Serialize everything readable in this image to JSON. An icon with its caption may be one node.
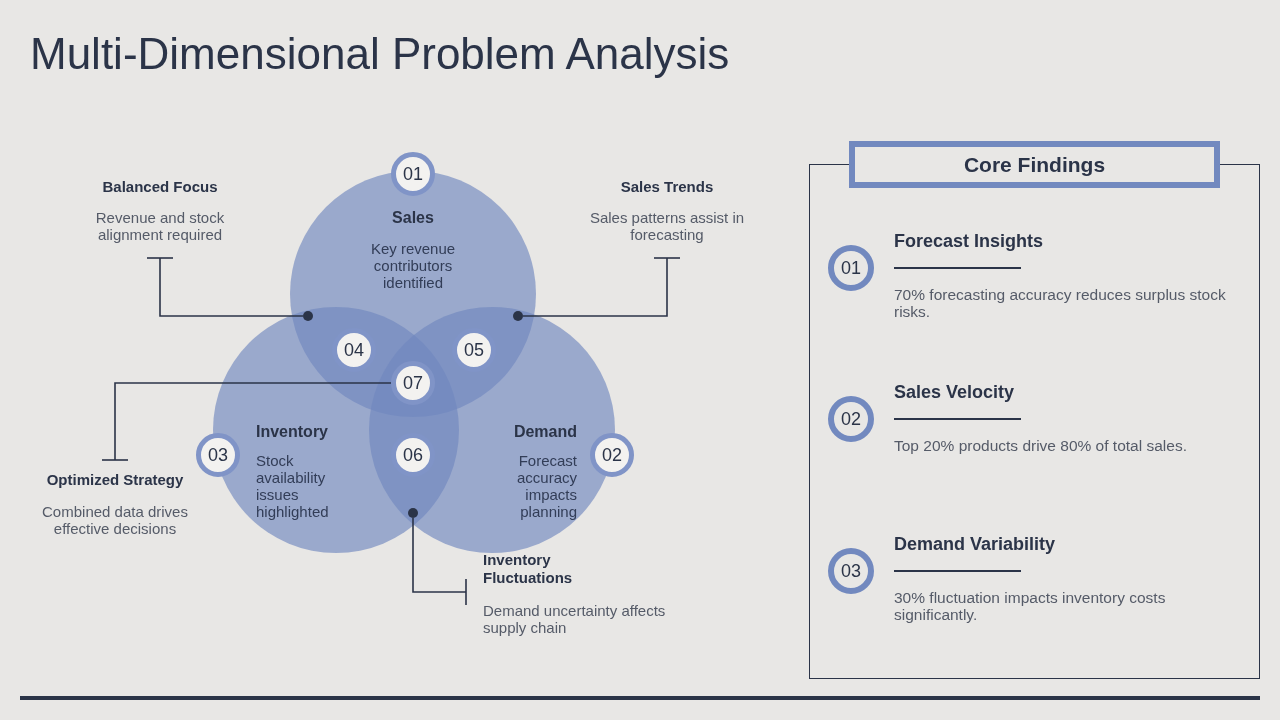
{
  "diagram": {
    "title": "Multi-Dimensional Problem Analysis",
    "nodes": [
      {
        "text": [
          "Balanced Focus",
          "Revenue and stock alignment required"
        ]
      },
      {
        "text": [
          "01"
        ]
      },
      {
        "text": [
          "Sales",
          "Key revenue contributors identified"
        ]
      },
      {
        "text": [
          "Sales Trends",
          "Sales patterns assist in forecasting"
        ]
      },
      {
        "text": [],
        "shape": "circle"
      },
      {
        "text": [],
        "shape": "circle"
      },
      {
        "text": [
          "04"
        ]
      },
      {
        "text": [
          "05"
        ]
      },
      {
        "text": [
          "07"
        ]
      },
      {
        "text": [
          "Inventory",
          "Stock availability issues highlighted"
        ]
      },
      {
        "text": [
          "03"
        ]
      },
      {
        "text": [
          "06"
        ]
      },
      {
        "text": [
          "Demand",
          "Forecast accuracy impacts planning"
        ]
      },
      {
        "text": [
          "02"
        ]
      },
      {
        "text": [],
        "shape": "circle"
      },
      {
        "text": [
          "Optimized Strategy",
          "Combined data drives effective decisions"
        ]
      },
      {
        "text": [
          "Inventory Fluctuations",
          "Demand uncertainty affects supply chain"
        ]
      },
      {
        "text": [
          "Core Findings"
        ]
      },
      {
        "text": [
          "01"
        ],
        "in": 17,
        "beside": [
          "Forecast Insights",
          "70% forecasting accuracy reduces surplus stock risks."
        ]
      },
      {
        "text": [
          "02"
        ],
        "in": 17,
        "beside": [
          "Sales Velocity",
          "Top 20% products drive 80% of total sales."
        ]
      },
      {
        "text": [
          "03"
        ],
        "in": 17,
        "beside": [
          "Demand Variability",
          "30% fluctuation impacts inventory costs significantly."
        ]
      }
    ],
    "edges": [
      {
        "from": 0,
        "to": 4,
        "arrow": "other"
      },
      {
        "from": 3,
        "to": 5,
        "arrow": "other"
      },
      {
        "from": 15,
        "to": 8,
        "arrow": "other"
      },
      {
        "from": 16,
        "to": 14,
        "arrow": "other"
      }
    ]
  }
}
